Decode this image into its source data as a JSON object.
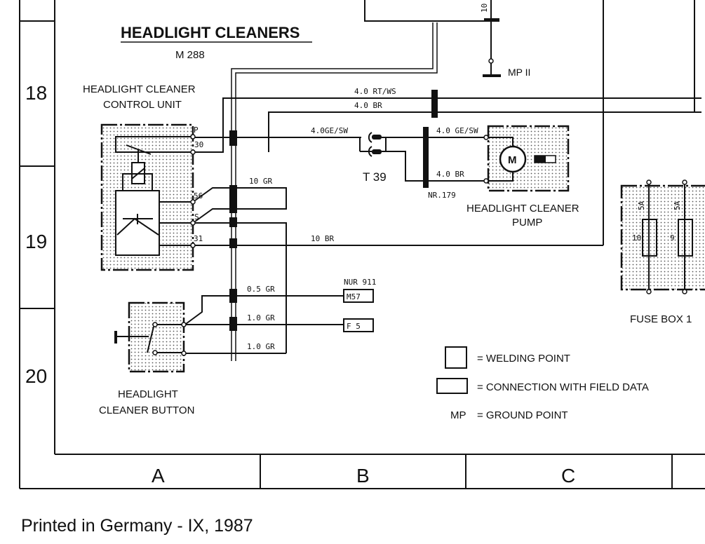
{
  "title": "HEADLIGHT CLEANERS",
  "subtitle": "M 288",
  "row_labels": [
    "18",
    "19",
    "20"
  ],
  "column_labels": [
    "A",
    "B",
    "C"
  ],
  "components": {
    "control_unit": {
      "label_line1": "HEADLIGHT CLEANER",
      "label_line2": "CONTROL UNIT",
      "terminals": [
        "P",
        "30",
        "56",
        "S",
        "31"
      ]
    },
    "pump": {
      "label_line1": "HEADLIGHT CLEANER",
      "label_line2": "PUMP",
      "motor": "M"
    },
    "button": {
      "label_line1": "HEADLIGHT",
      "label_line2": "CLEANER BUTTON"
    },
    "fuse_box": {
      "label": "FUSE BOX 1",
      "fuses": [
        {
          "number": "10",
          "rating": "5A"
        },
        {
          "number": "9",
          "rating": "5A"
        }
      ]
    },
    "connector": "T 39",
    "welding_point_ref": "NR.179",
    "ground": "MP II",
    "field_m57": {
      "note": "NUR 911",
      "label": "M57"
    },
    "field_f5": "F 5"
  },
  "wires": {
    "top": "10",
    "rt_ws": "4.0 RT/WS",
    "br_top": "4.0 BR",
    "ge_sw_left": "4.0GE/SW",
    "ge_sw_right": "4.0 GE/SW",
    "br_pump": "4.0 BR",
    "gr_56": "10 GR",
    "br_31": "10 BR",
    "gr_m57": "0.5 GR",
    "gr_f5": "1.0 GR",
    "gr_bottom": "1.0 GR"
  },
  "legend": [
    {
      "symbol": "square",
      "text": "= WELDING POINT"
    },
    {
      "symbol": "rectangle",
      "text": "= CONNECTION WITH FIELD DATA"
    },
    {
      "symbol": "MP",
      "text": "= GROUND POINT"
    }
  ],
  "footer": "Printed in Germany - IX, 1987"
}
